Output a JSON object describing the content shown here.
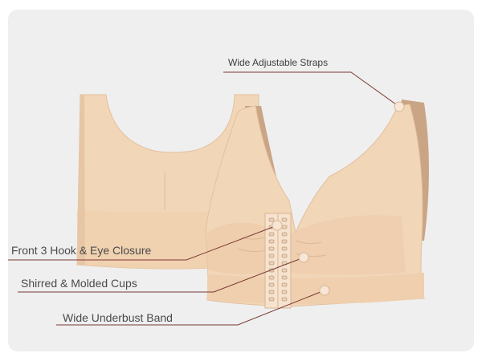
{
  "callouts": {
    "straps": "Wide Adjustable Straps",
    "closure": "Front 3 Hook & Eye Closure",
    "cups": "Shirred & Molded Cups",
    "band": "Wide Underbust Band"
  },
  "colors": {
    "background": "#efefef",
    "fabric": "#f2d6b8",
    "fabric_shadow": "#e4c3a2",
    "lining": "#c9a585",
    "leader_line": "#7a3a34",
    "label_text": "#4a4a4a"
  }
}
